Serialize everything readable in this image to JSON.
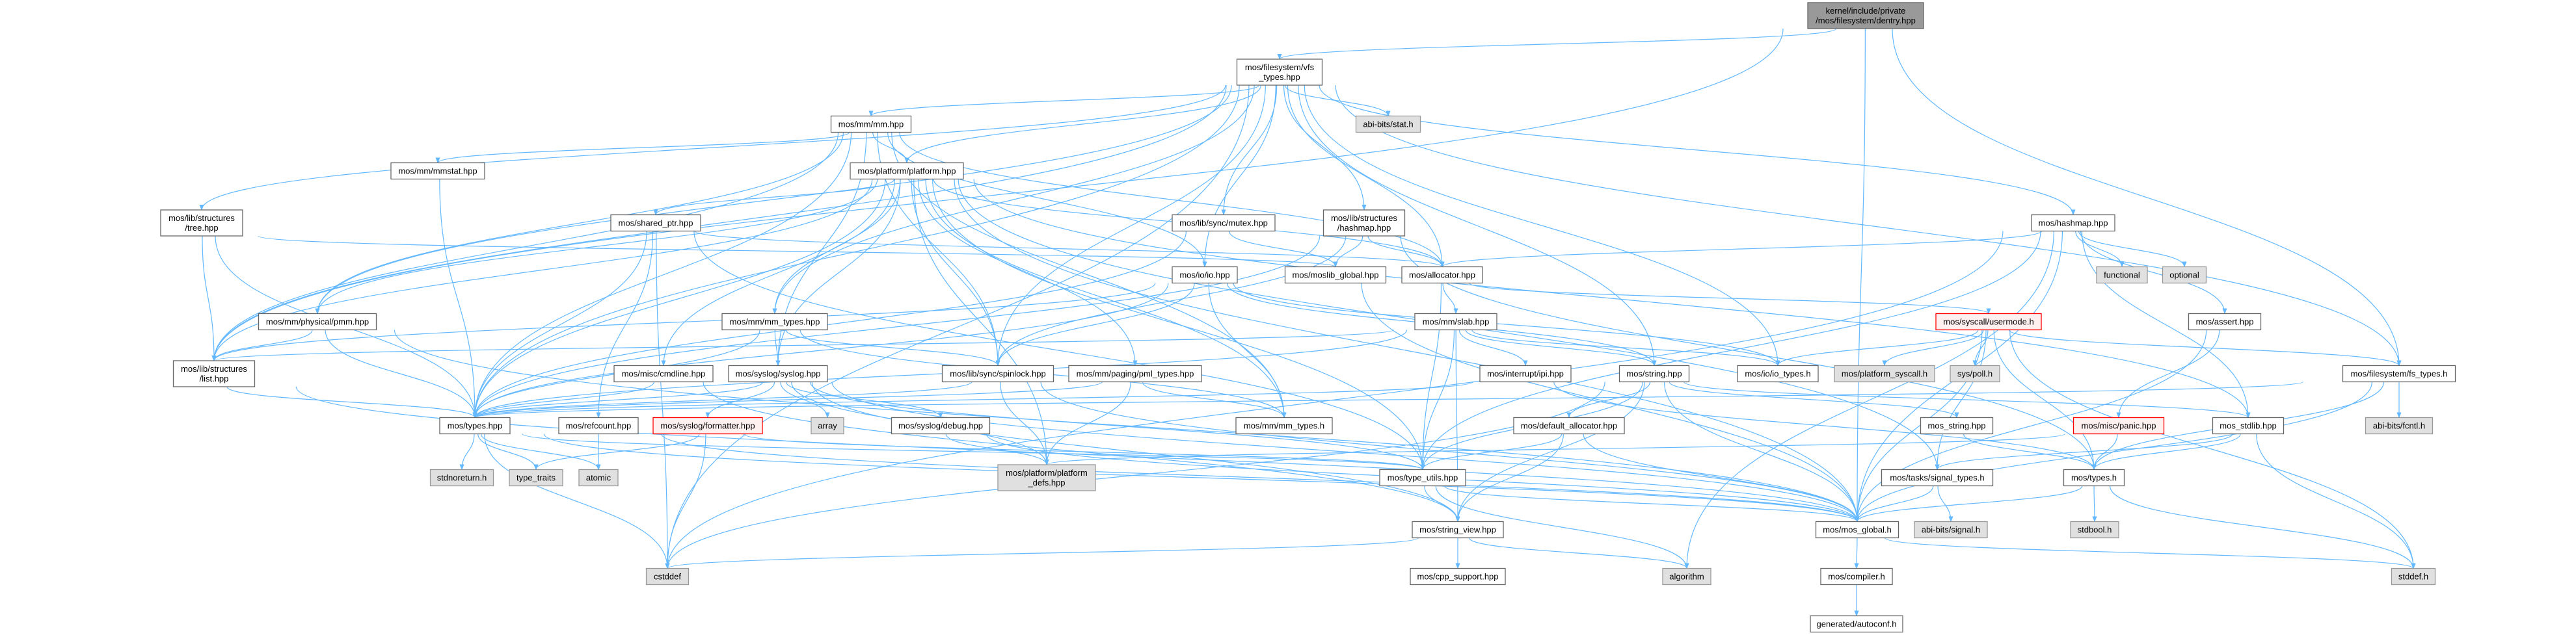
{
  "colors": {
    "edge": "#63b8ff",
    "root_fill": "#999999",
    "external_fill": "#e0e0e0",
    "missing_border": "#ff0000"
  },
  "nodes": [
    {
      "id": "dentry",
      "label": [
        "kernel/include/private",
        "/mos/filesystem/dentry.hpp"
      ],
      "kind": "root"
    },
    {
      "id": "vfs_types",
      "label": [
        "mos/filesystem/vfs",
        "_types.hpp"
      ],
      "kind": "normal"
    },
    {
      "id": "mm",
      "label": [
        "mos/mm/mm.hpp"
      ],
      "kind": "normal"
    },
    {
      "id": "abi_stat",
      "label": [
        "abi-bits/stat.h"
      ],
      "kind": "external"
    },
    {
      "id": "platform",
      "label": [
        "mos/platform/platform.hpp"
      ],
      "kind": "normal"
    },
    {
      "id": "mmstat",
      "label": [
        "mos/mm/mmstat.hpp"
      ],
      "kind": "normal"
    },
    {
      "id": "tree",
      "label": [
        "mos/lib/structures",
        "/tree.hpp"
      ],
      "kind": "normal"
    },
    {
      "id": "shared_ptr",
      "label": [
        "mos/shared_ptr.hpp"
      ],
      "kind": "normal"
    },
    {
      "id": "mutex",
      "label": [
        "mos/lib/sync/mutex.hpp"
      ],
      "kind": "normal"
    },
    {
      "id": "lib_hashmap",
      "label": [
        "mos/lib/structures",
        "/hashmap.hpp"
      ],
      "kind": "normal"
    },
    {
      "id": "hashmap",
      "label": [
        "mos/hashmap.hpp"
      ],
      "kind": "normal"
    },
    {
      "id": "functional",
      "label": [
        "functional"
      ],
      "kind": "external"
    },
    {
      "id": "optional",
      "label": [
        "optional"
      ],
      "kind": "external"
    },
    {
      "id": "io",
      "label": [
        "mos/io/io.hpp"
      ],
      "kind": "normal"
    },
    {
      "id": "moslib_global",
      "label": [
        "mos/moslib_global.hpp"
      ],
      "kind": "normal"
    },
    {
      "id": "allocator",
      "label": [
        "mos/allocator.hpp"
      ],
      "kind": "normal"
    },
    {
      "id": "pmm",
      "label": [
        "mos/mm/physical/pmm.hpp"
      ],
      "kind": "normal"
    },
    {
      "id": "mm_types_hpp",
      "label": [
        "mos/mm/mm_types.hpp"
      ],
      "kind": "normal"
    },
    {
      "id": "slab",
      "label": [
        "mos/mm/slab.hpp"
      ],
      "kind": "normal"
    },
    {
      "id": "usermode",
      "label": [
        "mos/syscall/usermode.h"
      ],
      "kind": "missing"
    },
    {
      "id": "assert",
      "label": [
        "mos/assert.hpp"
      ],
      "kind": "normal"
    },
    {
      "id": "list",
      "label": [
        "mos/lib/structures",
        "/list.hpp"
      ],
      "kind": "normal"
    },
    {
      "id": "cmdline",
      "label": [
        "mos/misc/cmdline.hpp"
      ],
      "kind": "normal"
    },
    {
      "id": "syslog",
      "label": [
        "mos/syslog/syslog.hpp"
      ],
      "kind": "normal"
    },
    {
      "id": "spinlock",
      "label": [
        "mos/lib/sync/spinlock.hpp"
      ],
      "kind": "normal"
    },
    {
      "id": "pml_types",
      "label": [
        "mos/mm/paging/pml_types.hpp"
      ],
      "kind": "normal"
    },
    {
      "id": "ipi",
      "label": [
        "mos/interrupt/ipi.hpp"
      ],
      "kind": "normal"
    },
    {
      "id": "string",
      "label": [
        "mos/string.hpp"
      ],
      "kind": "normal"
    },
    {
      "id": "io_types",
      "label": [
        "mos/io/io_types.h"
      ],
      "kind": "normal"
    },
    {
      "id": "platform_syscall",
      "label": [
        "mos/platform_syscall.h"
      ],
      "kind": "external"
    },
    {
      "id": "sys_poll",
      "label": [
        "sys/poll.h"
      ],
      "kind": "external"
    },
    {
      "id": "fs_types",
      "label": [
        "mos/filesystem/fs_types.h"
      ],
      "kind": "normal"
    },
    {
      "id": "types_hpp",
      "label": [
        "mos/types.hpp"
      ],
      "kind": "normal"
    },
    {
      "id": "refcount",
      "label": [
        "mos/refcount.hpp"
      ],
      "kind": "normal"
    },
    {
      "id": "formatter",
      "label": [
        "mos/syslog/formatter.hpp"
      ],
      "kind": "missing"
    },
    {
      "id": "array",
      "label": [
        "array"
      ],
      "kind": "external"
    },
    {
      "id": "debug",
      "label": [
        "mos/syslog/debug.hpp"
      ],
      "kind": "normal"
    },
    {
      "id": "mm_types_h",
      "label": [
        "mos/mm/mm_types.h"
      ],
      "kind": "normal"
    },
    {
      "id": "default_allocator",
      "label": [
        "mos/default_allocator.hpp"
      ],
      "kind": "normal"
    },
    {
      "id": "mos_string",
      "label": [
        "mos_string.hpp"
      ],
      "kind": "normal"
    },
    {
      "id": "panic",
      "label": [
        "mos/misc/panic.hpp"
      ],
      "kind": "missing"
    },
    {
      "id": "mos_stdlib",
      "label": [
        "mos_stdlib.hpp"
      ],
      "kind": "normal"
    },
    {
      "id": "abi_fcntl",
      "label": [
        "abi-bits/fcntl.h"
      ],
      "kind": "external"
    },
    {
      "id": "stdnoreturn",
      "label": [
        "stdnoreturn.h"
      ],
      "kind": "external"
    },
    {
      "id": "type_traits",
      "label": [
        "type_traits"
      ],
      "kind": "external"
    },
    {
      "id": "atomic",
      "label": [
        "atomic"
      ],
      "kind": "external"
    },
    {
      "id": "platform_defs",
      "label": [
        "mos/platform/platform",
        "_defs.hpp"
      ],
      "kind": "external"
    },
    {
      "id": "type_utils",
      "label": [
        "mos/type_utils.hpp"
      ],
      "kind": "normal"
    },
    {
      "id": "signal_types",
      "label": [
        "mos/tasks/signal_types.h"
      ],
      "kind": "normal"
    },
    {
      "id": "types_h",
      "label": [
        "mos/types.h"
      ],
      "kind": "normal"
    },
    {
      "id": "string_view",
      "label": [
        "mos/string_view.hpp"
      ],
      "kind": "normal"
    },
    {
      "id": "mos_global",
      "label": [
        "mos/mos_global.h"
      ],
      "kind": "normal"
    },
    {
      "id": "abi_signal",
      "label": [
        "abi-bits/signal.h"
      ],
      "kind": "external"
    },
    {
      "id": "stdbool",
      "label": [
        "stdbool.h"
      ],
      "kind": "external"
    },
    {
      "id": "cstddef",
      "label": [
        "cstddef"
      ],
      "kind": "external"
    },
    {
      "id": "cpp_support",
      "label": [
        "mos/cpp_support.hpp"
      ],
      "kind": "normal"
    },
    {
      "id": "algorithm",
      "label": [
        "algorithm"
      ],
      "kind": "external"
    },
    {
      "id": "compiler",
      "label": [
        "mos/compiler.h"
      ],
      "kind": "normal"
    },
    {
      "id": "stddef",
      "label": [
        "stddef.h"
      ],
      "kind": "external"
    },
    {
      "id": "autoconf",
      "label": [
        "generated/autoconf.h"
      ],
      "kind": "normal"
    }
  ],
  "edges": [
    [
      "dentry",
      "vfs_types"
    ],
    [
      "dentry",
      "list"
    ],
    [
      "dentry",
      "fs_types"
    ],
    [
      "dentry",
      "mos_global"
    ],
    [
      "vfs_types",
      "abi_stat"
    ],
    [
      "vfs_types",
      "mm"
    ],
    [
      "vfs_types",
      "platform"
    ],
    [
      "vfs_types",
      "tree"
    ],
    [
      "vfs_types",
      "list"
    ],
    [
      "vfs_types",
      "pmm"
    ],
    [
      "vfs_types",
      "types_hpp"
    ],
    [
      "vfs_types",
      "cstddef"
    ],
    [
      "vfs_types",
      "mutex"
    ],
    [
      "vfs_types",
      "lib_hashmap"
    ],
    [
      "vfs_types",
      "hashmap"
    ],
    [
      "vfs_types",
      "allocator"
    ],
    [
      "vfs_types",
      "io"
    ],
    [
      "vfs_types",
      "io_types"
    ],
    [
      "vfs_types",
      "string"
    ],
    [
      "vfs_types",
      "fs_types"
    ],
    [
      "vfs_types",
      "spinlock"
    ],
    [
      "vfs_types",
      "mm_types_hpp"
    ],
    [
      "mm",
      "platform"
    ],
    [
      "mm",
      "mmstat"
    ],
    [
      "mm",
      "list"
    ],
    [
      "mm",
      "pmm"
    ],
    [
      "mm",
      "spinlock"
    ],
    [
      "mm",
      "mm_types_h"
    ],
    [
      "mm",
      "allocator"
    ],
    [
      "mm",
      "io"
    ],
    [
      "mm",
      "syslog"
    ],
    [
      "mm",
      "types_hpp"
    ],
    [
      "platform",
      "shared_ptr"
    ],
    [
      "platform",
      "mm_types_hpp"
    ],
    [
      "platform",
      "cmdline"
    ],
    [
      "platform",
      "syslog"
    ],
    [
      "platform",
      "spinlock"
    ],
    [
      "platform",
      "pml_types"
    ],
    [
      "platform",
      "platform_defs"
    ],
    [
      "platform",
      "list"
    ],
    [
      "platform",
      "pmm"
    ],
    [
      "platform",
      "types_hpp"
    ],
    [
      "platform",
      "type_utils"
    ],
    [
      "platform",
      "signal_types"
    ],
    [
      "platform",
      "mm_types_h"
    ],
    [
      "platform",
      "allocator"
    ],
    [
      "platform",
      "mos_global"
    ],
    [
      "platform",
      "mos_stdlib"
    ],
    [
      "mmstat",
      "types_hpp"
    ],
    [
      "tree",
      "list"
    ],
    [
      "tree",
      "types_hpp"
    ],
    [
      "tree",
      "moslib_global"
    ],
    [
      "shared_ptr",
      "types_hpp"
    ],
    [
      "shared_ptr",
      "refcount"
    ],
    [
      "shared_ptr",
      "type_utils"
    ],
    [
      "shared_ptr",
      "allocator"
    ],
    [
      "shared_ptr",
      "cstddef"
    ],
    [
      "mutex",
      "moslib_global"
    ],
    [
      "mutex",
      "types_hpp"
    ],
    [
      "lib_hashmap",
      "allocator"
    ],
    [
      "lib_hashmap",
      "moslib_global"
    ],
    [
      "lib_hashmap",
      "types_hpp"
    ],
    [
      "lib_hashmap",
      "types_h"
    ],
    [
      "lib_hashmap",
      "spinlock"
    ],
    [
      "hashmap",
      "allocator"
    ],
    [
      "hashmap",
      "functional"
    ],
    [
      "hashmap",
      "optional"
    ],
    [
      "hashmap",
      "assert"
    ],
    [
      "hashmap",
      "mos_stdlib"
    ],
    [
      "hashmap",
      "type_utils"
    ],
    [
      "hashmap",
      "mos_global"
    ],
    [
      "hashmap",
      "cstddef"
    ],
    [
      "hashmap",
      "algorithm"
    ],
    [
      "io",
      "io_types"
    ],
    [
      "io",
      "string"
    ],
    [
      "io",
      "mm_types_h"
    ],
    [
      "io",
      "spinlock"
    ],
    [
      "io",
      "types_hpp"
    ],
    [
      "io",
      "list"
    ],
    [
      "allocator",
      "slab"
    ],
    [
      "allocator",
      "type_utils"
    ],
    [
      "allocator",
      "usermode"
    ],
    [
      "moslib_global",
      "mos_global"
    ],
    [
      "pmm",
      "list"
    ],
    [
      "pmm",
      "types_hpp"
    ],
    [
      "pmm",
      "mos_global"
    ],
    [
      "mm_types_hpp",
      "syslog"
    ],
    [
      "mm_types_hpp",
      "spinlock"
    ],
    [
      "mm_types_hpp",
      "types_hpp"
    ],
    [
      "mm_types_hpp",
      "mm_types_h"
    ],
    [
      "slab",
      "ipi"
    ],
    [
      "slab",
      "string"
    ],
    [
      "slab",
      "type_utils"
    ],
    [
      "slab",
      "string_view"
    ],
    [
      "slab",
      "list"
    ],
    [
      "slab",
      "io_types"
    ],
    [
      "slab",
      "types_hpp"
    ],
    [
      "usermode",
      "io_types"
    ],
    [
      "usermode",
      "platform_syscall"
    ],
    [
      "usermode",
      "sys_poll"
    ],
    [
      "usermode",
      "fs_types"
    ],
    [
      "usermode",
      "types_h"
    ],
    [
      "usermode",
      "signal_types"
    ],
    [
      "usermode",
      "mos_global"
    ],
    [
      "usermode",
      "stddef"
    ],
    [
      "assert",
      "panic"
    ],
    [
      "assert",
      "mos_global"
    ],
    [
      "list",
      "types_hpp"
    ],
    [
      "list",
      "mos_global"
    ],
    [
      "cmdline",
      "types_hpp"
    ],
    [
      "cmdline",
      "string_view"
    ],
    [
      "syslog",
      "formatter"
    ],
    [
      "syslog",
      "array"
    ],
    [
      "syslog",
      "debug"
    ],
    [
      "syslog",
      "types_hpp"
    ],
    [
      "syslog",
      "platform_defs"
    ],
    [
      "syslog",
      "mos_global"
    ],
    [
      "syslog",
      "string_view"
    ],
    [
      "syslog",
      "type_utils"
    ],
    [
      "spinlock",
      "platform_defs"
    ],
    [
      "spinlock",
      "types_hpp"
    ],
    [
      "spinlock",
      "mos_global"
    ],
    [
      "pml_types",
      "platform_defs"
    ],
    [
      "pml_types",
      "types_hpp"
    ],
    [
      "pml_types",
      "mm_types_h"
    ],
    [
      "ipi",
      "types_hpp"
    ],
    [
      "ipi",
      "types_h"
    ],
    [
      "string",
      "default_allocator"
    ],
    [
      "string",
      "mos_string"
    ],
    [
      "string",
      "type_utils"
    ],
    [
      "string",
      "string_view"
    ],
    [
      "string",
      "mos_global"
    ],
    [
      "string",
      "cstddef"
    ],
    [
      "string",
      "mos_stdlib"
    ],
    [
      "fs_types",
      "abi_fcntl"
    ],
    [
      "fs_types",
      "types_h"
    ],
    [
      "fs_types",
      "mos_global"
    ],
    [
      "fs_types",
      "types_hpp"
    ],
    [
      "types_hpp",
      "stdnoreturn"
    ],
    [
      "types_hpp",
      "type_traits"
    ],
    [
      "types_hpp",
      "atomic"
    ],
    [
      "types_hpp",
      "cstddef"
    ],
    [
      "types_hpp",
      "type_utils"
    ],
    [
      "types_hpp",
      "mos_global"
    ],
    [
      "refcount",
      "atomic"
    ],
    [
      "refcount",
      "mos_global"
    ],
    [
      "formatter",
      "type_traits"
    ],
    [
      "formatter",
      "cstddef"
    ],
    [
      "formatter",
      "type_utils"
    ],
    [
      "debug",
      "platform_defs"
    ],
    [
      "debug",
      "mos_global"
    ],
    [
      "default_allocator",
      "type_utils"
    ],
    [
      "default_allocator",
      "string_view"
    ],
    [
      "default_allocator",
      "mos_global"
    ],
    [
      "mos_string",
      "types_h"
    ],
    [
      "panic",
      "types_h"
    ],
    [
      "panic",
      "platform_defs"
    ],
    [
      "mos_stdlib",
      "types_h"
    ],
    [
      "mos_stdlib",
      "signal_types"
    ],
    [
      "mos_stdlib",
      "stddef"
    ],
    [
      "type_utils",
      "string_view"
    ],
    [
      "type_utils",
      "algorithm"
    ],
    [
      "type_utils",
      "mos_global"
    ],
    [
      "signal_types",
      "mos_global"
    ],
    [
      "signal_types",
      "abi_signal"
    ],
    [
      "types_h",
      "stdbool"
    ],
    [
      "types_h",
      "stddef"
    ],
    [
      "types_h",
      "mos_global"
    ],
    [
      "string_view",
      "cpp_support"
    ],
    [
      "string_view",
      "algorithm"
    ],
    [
      "string_view",
      "cstddef"
    ],
    [
      "mos_global",
      "compiler"
    ],
    [
      "mos_global",
      "stddef"
    ],
    [
      "compiler",
      "autoconf"
    ]
  ]
}
